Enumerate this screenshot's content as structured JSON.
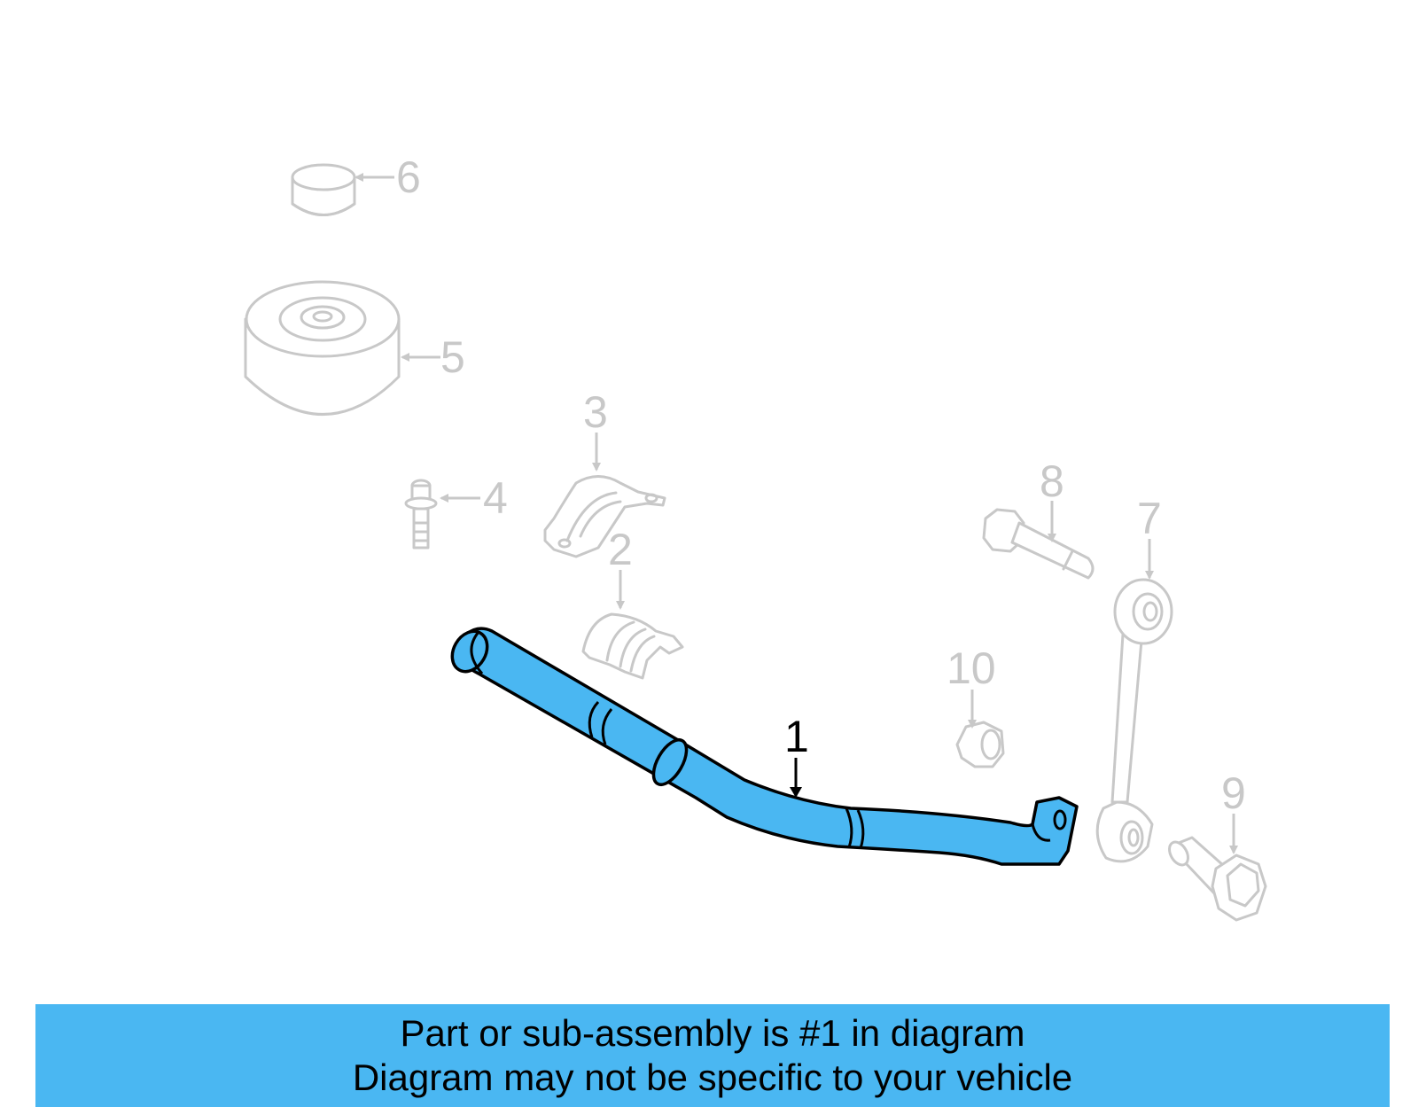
{
  "diagram": {
    "callouts": [
      "1",
      "2",
      "3",
      "4",
      "5",
      "6",
      "7",
      "8",
      "9",
      "10"
    ],
    "highlighted_part": "1",
    "highlight_color": "#4ab7f2",
    "ghost_color": "#c8c8c8"
  },
  "banner": {
    "line1": "Part or sub-assembly is #1 in diagram",
    "line2": "Diagram may not be specific to your vehicle",
    "color": "#4ab7f2"
  }
}
